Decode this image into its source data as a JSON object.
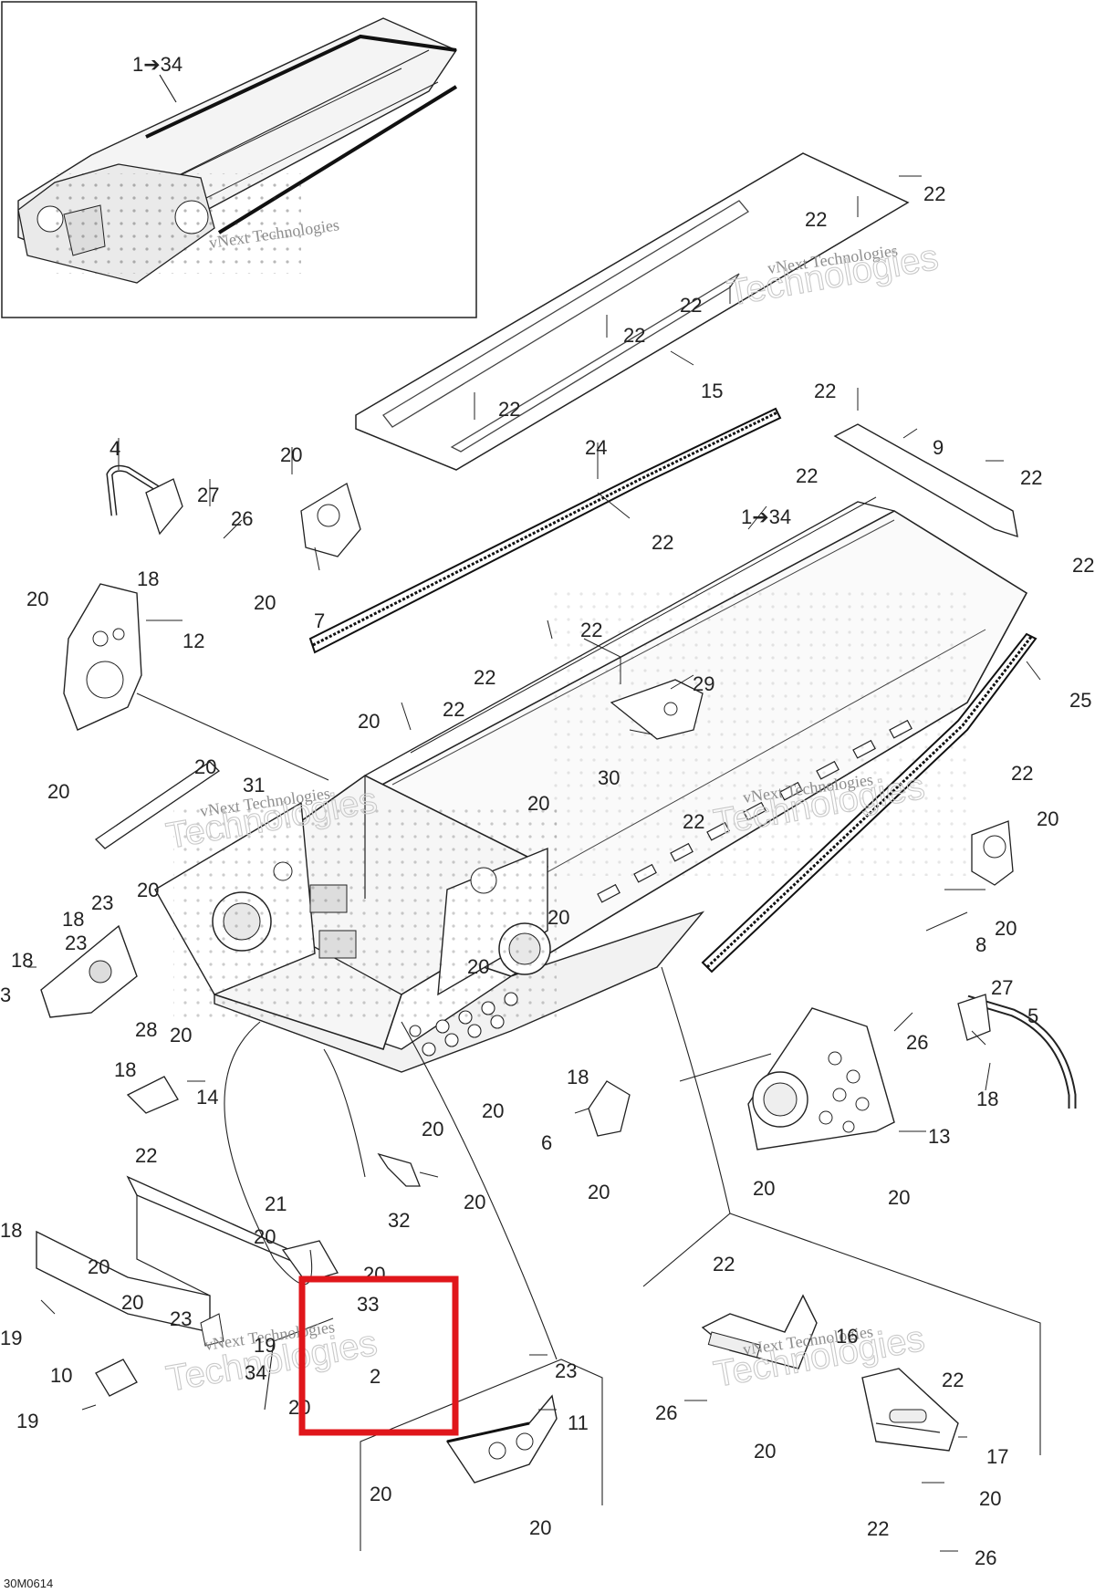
{
  "diagram": {
    "code": "30M0614",
    "inset_callout": "1➔34",
    "watermark_line1": "vNext Technologies",
    "watermark_line2": "Technologies",
    "highlight_color": "#e0161b",
    "callouts": [
      {
        "id": "c-22-a",
        "text": "22"
      },
      {
        "id": "c-22-b",
        "text": "22"
      },
      {
        "id": "c-22-c",
        "text": "22"
      },
      {
        "id": "c-22-d",
        "text": "22"
      },
      {
        "id": "c-15",
        "text": "15"
      },
      {
        "id": "c-22-e",
        "text": "22"
      },
      {
        "id": "c-22-f",
        "text": "22"
      },
      {
        "id": "c-9",
        "text": "9"
      },
      {
        "id": "c-22-g",
        "text": "22"
      },
      {
        "id": "c-22-h",
        "text": "22"
      },
      {
        "id": "c-24",
        "text": "24"
      },
      {
        "id": "c-22-i",
        "text": "22"
      },
      {
        "id": "c-134-main",
        "text": "1➔34"
      },
      {
        "id": "c-22-j",
        "text": "22"
      },
      {
        "id": "c-4",
        "text": "4"
      },
      {
        "id": "c-20-a",
        "text": "20"
      },
      {
        "id": "c-27-a",
        "text": "27"
      },
      {
        "id": "c-26-a",
        "text": "26"
      },
      {
        "id": "c-18-a",
        "text": "18"
      },
      {
        "id": "c-20-b",
        "text": "20"
      },
      {
        "id": "c-7",
        "text": "7"
      },
      {
        "id": "c-20-c",
        "text": "20"
      },
      {
        "id": "c-12",
        "text": "12"
      },
      {
        "id": "c-22-k",
        "text": "22"
      },
      {
        "id": "c-22-l",
        "text": "22"
      },
      {
        "id": "c-29",
        "text": "29"
      },
      {
        "id": "c-25",
        "text": "25"
      },
      {
        "id": "c-20-d",
        "text": "20"
      },
      {
        "id": "c-22-m",
        "text": "22"
      },
      {
        "id": "c-30",
        "text": "30"
      },
      {
        "id": "c-22-n",
        "text": "22"
      },
      {
        "id": "c-20-e",
        "text": "20"
      },
      {
        "id": "c-20-f",
        "text": "20"
      },
      {
        "id": "c-31",
        "text": "31"
      },
      {
        "id": "c-20-g",
        "text": "20"
      },
      {
        "id": "c-22-o",
        "text": "22"
      },
      {
        "id": "c-20-h",
        "text": "20"
      },
      {
        "id": "c-20-i",
        "text": "20"
      },
      {
        "id": "c-8",
        "text": "8"
      },
      {
        "id": "c-20-j",
        "text": "20"
      },
      {
        "id": "c-23-a",
        "text": "23"
      },
      {
        "id": "c-18-b",
        "text": "18"
      },
      {
        "id": "c-23-b",
        "text": "23"
      },
      {
        "id": "c-18-c",
        "text": "18"
      },
      {
        "id": "c-20-k",
        "text": "20"
      },
      {
        "id": "c-3",
        "text": "3"
      },
      {
        "id": "c-28",
        "text": "28"
      },
      {
        "id": "c-20-l",
        "text": "20"
      },
      {
        "id": "c-20-m",
        "text": "20"
      },
      {
        "id": "c-27-b",
        "text": "27"
      },
      {
        "id": "c-5",
        "text": "5"
      },
      {
        "id": "c-26-b",
        "text": "26"
      },
      {
        "id": "c-18-d",
        "text": "18"
      },
      {
        "id": "c-18-e",
        "text": "18"
      },
      {
        "id": "c-18-f",
        "text": "18"
      },
      {
        "id": "c-14",
        "text": "14"
      },
      {
        "id": "c-22-p",
        "text": "22"
      },
      {
        "id": "c-20-n",
        "text": "20"
      },
      {
        "id": "c-20-o",
        "text": "20"
      },
      {
        "id": "c-6",
        "text": "6"
      },
      {
        "id": "c-13",
        "text": "13"
      },
      {
        "id": "c-20-p",
        "text": "20"
      },
      {
        "id": "c-20-q",
        "text": "20"
      },
      {
        "id": "c-20-r",
        "text": "20"
      },
      {
        "id": "c-32",
        "text": "32"
      },
      {
        "id": "c-20-s",
        "text": "20"
      },
      {
        "id": "c-21",
        "text": "21"
      },
      {
        "id": "c-20-t",
        "text": "20"
      },
      {
        "id": "c-18-g",
        "text": "18"
      },
      {
        "id": "c-20-u",
        "text": "20"
      },
      {
        "id": "c-20-v",
        "text": "20"
      },
      {
        "id": "c-33",
        "text": "33"
      },
      {
        "id": "c-20-w",
        "text": "20"
      },
      {
        "id": "c-23-c",
        "text": "23"
      },
      {
        "id": "c-19-a",
        "text": "19"
      },
      {
        "id": "c-19-b",
        "text": "19"
      },
      {
        "id": "c-34",
        "text": "34"
      },
      {
        "id": "c-2",
        "text": "2"
      },
      {
        "id": "c-20-x",
        "text": "20"
      },
      {
        "id": "c-10",
        "text": "10"
      },
      {
        "id": "c-19-c",
        "text": "19"
      },
      {
        "id": "c-23-d",
        "text": "23"
      },
      {
        "id": "c-11",
        "text": "11"
      },
      {
        "id": "c-20-y",
        "text": "20"
      },
      {
        "id": "c-20-z",
        "text": "20"
      },
      {
        "id": "c-22-q",
        "text": "22"
      },
      {
        "id": "c-16",
        "text": "16"
      },
      {
        "id": "c-22-r",
        "text": "22"
      },
      {
        "id": "c-26-c",
        "text": "26"
      },
      {
        "id": "c-20-aa",
        "text": "20"
      },
      {
        "id": "c-17",
        "text": "17"
      },
      {
        "id": "c-20-ab",
        "text": "20"
      },
      {
        "id": "c-22-s",
        "text": "22"
      },
      {
        "id": "c-26-d",
        "text": "26"
      }
    ]
  }
}
